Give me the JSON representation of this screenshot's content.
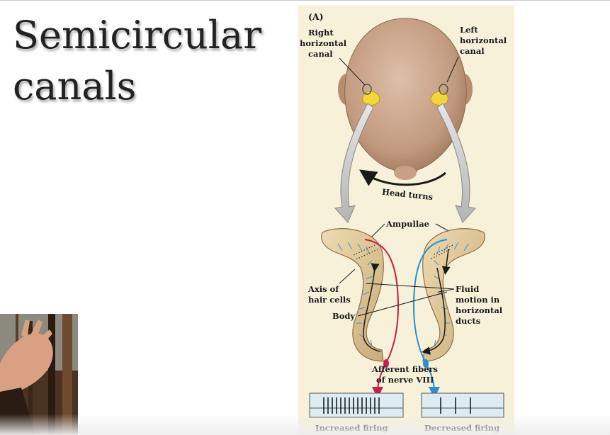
{
  "slide": {
    "title_line1": "Semicircular",
    "title_line2": "canals"
  },
  "figure": {
    "panel_letter": "(A)",
    "right_canal": [
      "Right",
      "horizontal",
      "canal"
    ],
    "left_canal": [
      "Left",
      "horizontal",
      "canal"
    ],
    "head_turns": "Head turns",
    "ampullae": "Ampullae",
    "axis_hair_cells": [
      "Axis of",
      "hair cells"
    ],
    "body": "Body",
    "fluid_motion": [
      "Fluid",
      "motion in",
      "horizontal",
      "ducts"
    ],
    "afferent": [
      "Afferent fibers",
      "of nerve VIII"
    ],
    "increased_firing": "Increased firing",
    "decreased_firing": "Decreased firing",
    "increased_spikes": 14,
    "decreased_spikes": 3,
    "colors": {
      "panel_bg": "#f7f1da",
      "head": "#c9a38a",
      "ear_organ": "#f2d63a",
      "canal_fill": "#e7cf9f",
      "hair_cells": "#4a90c8",
      "increased_nerve": "#c81e4a",
      "decreased_nerve": "#2a8fd0"
    }
  },
  "webcam": {
    "description_icon": "person-webcam-icon"
  }
}
